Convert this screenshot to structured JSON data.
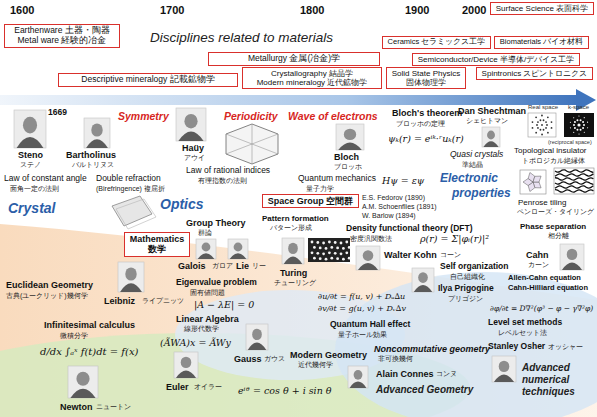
{
  "diagram": {
    "nodes": [
      {
        "text": [
          "Earthenware 土器・陶器",
          "Metal ware 経験的冶金"
        ]
      },
      {
        "text": [
          "Surface Science 表面科学"
        ]
      },
      {
        "text": [
          "Ceramics セラミックス工学"
        ]
      },
      {
        "text": [
          "Biomaterials バイオ材料"
        ]
      },
      {
        "text": [
          "Metallurgy 金属(冶金)学"
        ]
      },
      {
        "text": [
          "Semiconductor/Device 半導体/デバイス工学"
        ]
      },
      {
        "text": [
          "Crystallography 結晶学",
          "Modern mineralogy 近代鉱物学"
        ]
      },
      {
        "text": [
          "Solid State Physics",
          "固体物理学"
        ]
      },
      {
        "text": [
          "Spintronics スピントロニクス"
        ]
      },
      {
        "text": [
          "Descriptive mineralogy 記載鉱物学"
        ]
      },
      {
        "text": [
          "Space Group 空間群"
        ]
      },
      {
        "text": [
          "Mathematics",
          "数学"
        ]
      }
    ],
    "labels": [
      "1600",
      "1700",
      "1800",
      "1900",
      "2000",
      "Disciplines related to materials",
      "1669",
      "Symmetry",
      "Periodicity",
      "Wave of electrons",
      "Bloch's theorem",
      "ブロッホの定理",
      "ψₖ(r) = eⁱᵏ·ʳuₖ(r)",
      "Dan Shechtman",
      "シェヒトマン",
      "Real space",
      "k-space",
      "(reciprocal space)",
      "Steno",
      "ステノ",
      "Bartholinus",
      "バルトリヌス",
      "Haüy",
      "アウイ",
      "Law of constant angle",
      "面角一定の法則",
      "Double refraction",
      "(Birefringence) 複屈折",
      "Law of rational indices",
      "有理指数の法則",
      "Crystal",
      "Optics",
      "Bloch",
      "ブロッホ",
      "Quantum mechanics",
      "量子力学",
      "Hψ = εψ",
      "E.S. Fedorov (1890)",
      "A.M. Schoenflies (1891)",
      "W. Barlow (1894)",
      "Quasi crystals",
      "準結晶",
      "Electronic",
      "properties",
      "Topological insulator",
      "トポロジカル絶縁体",
      "Penrose tiling",
      "ペンローズ・タイリング",
      "Phase separation",
      "相分離",
      "Density functional theory (DFT)",
      "密度汎関数法",
      "ρ(r) = Σ|φᵢ(r)|²",
      "Walter Kohn",
      "コーン",
      "Group Theory",
      "群論",
      "Self organization",
      "自己組織化",
      "Pattern formation",
      "パターン形成",
      "Ilya Prigogine",
      "プリゴジン",
      "Cahn",
      "カーン",
      "Allen-Cahn equation",
      "Cahn-Hilliard equation",
      "∂φ/∂t = D∇²(φ³ − φ − γ∇²φ)",
      "Galois",
      "ガロア",
      "Lie",
      "リー",
      "Turing",
      "チューリング",
      "Eigenvalue problem",
      "固有値問題",
      "|A − λE| = 0",
      "∂u/∂t = f(u, v) + Dᵤ∆u",
      "∂v/∂t = g(u, v) + Dᵥ∆v",
      "Euclidean Geometry",
      "古典(ユークリッド)幾何学",
      "Leibniz",
      "ライプニッツ",
      "Linear Algebra",
      "線形代数学",
      "(ÃWA)x = ÃWy",
      "Level set methods",
      "レベルセット法",
      "Stanley Osher",
      "オッシャー",
      "Advanced",
      "numerical",
      "techniques",
      "Infinitesimal calculus",
      "微積分学",
      "d/dx ∫ₐˣ f(t)dt = f(x)",
      "Newton",
      "ニュートン",
      "Euler",
      "オイラー",
      "Gauss",
      "ガウス",
      "Modern Geometry",
      "近代幾何学",
      "eⁱᶿ = cos θ + i sin θ",
      "Quantum Hall effect",
      "量子ホール効果",
      "Noncommutative geometry",
      "非可換幾何",
      "Alain Connes",
      "コンヌ",
      "Advanced Geometry"
    ]
  }
}
